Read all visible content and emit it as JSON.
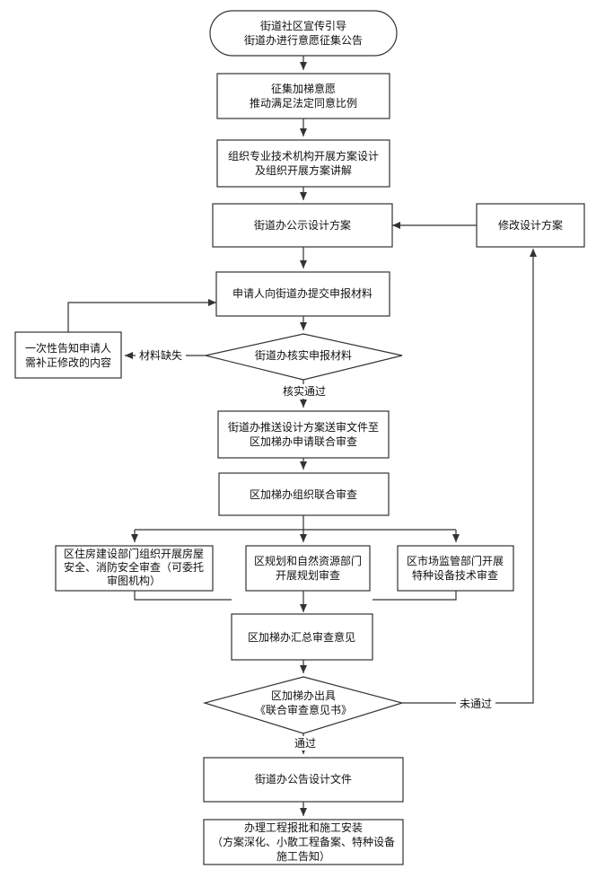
{
  "nodes": {
    "start": [
      "街道社区宣传引导",
      "街道办进行意愿征集公告"
    ],
    "collect": [
      "征集加梯意愿",
      "推动满足法定同意比例"
    ],
    "organize": [
      "组织专业技术机构开展方案设计",
      "及组织开展方案讲解"
    ],
    "publicize": [
      "街道办公示设计方案"
    ],
    "modify": [
      "修改设计方案"
    ],
    "apply": [
      "申请人向街道办提交申报材料"
    ],
    "notify": [
      "一次性告知申请人",
      "需补正修改的内容"
    ],
    "verify": [
      "街道办核实申报材料"
    ],
    "submit": [
      "街道办推送设计方案送审文件至",
      "区加梯办申请联合审查"
    ],
    "joint_review": [
      "区加梯办组织联合审查"
    ],
    "housing": [
      "区住房建设部门组织开展房屋",
      "安全、消防安全审查（可委托",
      "审图机构）"
    ],
    "planning": [
      "区规划和自然资源部门",
      "开展规划审查"
    ],
    "market": [
      "区市场监管部门开展",
      "特种设备技术审查"
    ],
    "summary": [
      "区加梯办汇总审查意见"
    ],
    "issue": [
      "区加梯办出具",
      "《联合审查意见书》"
    ],
    "announce": [
      "街道办公告设计文件"
    ],
    "construct": [
      "办理工程报批和施工安装",
      "（方案深化、小散工程备案、特种设备",
      "施工告知）"
    ]
  },
  "edge_labels": {
    "missing": "材料缺失",
    "verified": "核实通过",
    "passed": "通过",
    "not_passed": "未通过"
  }
}
